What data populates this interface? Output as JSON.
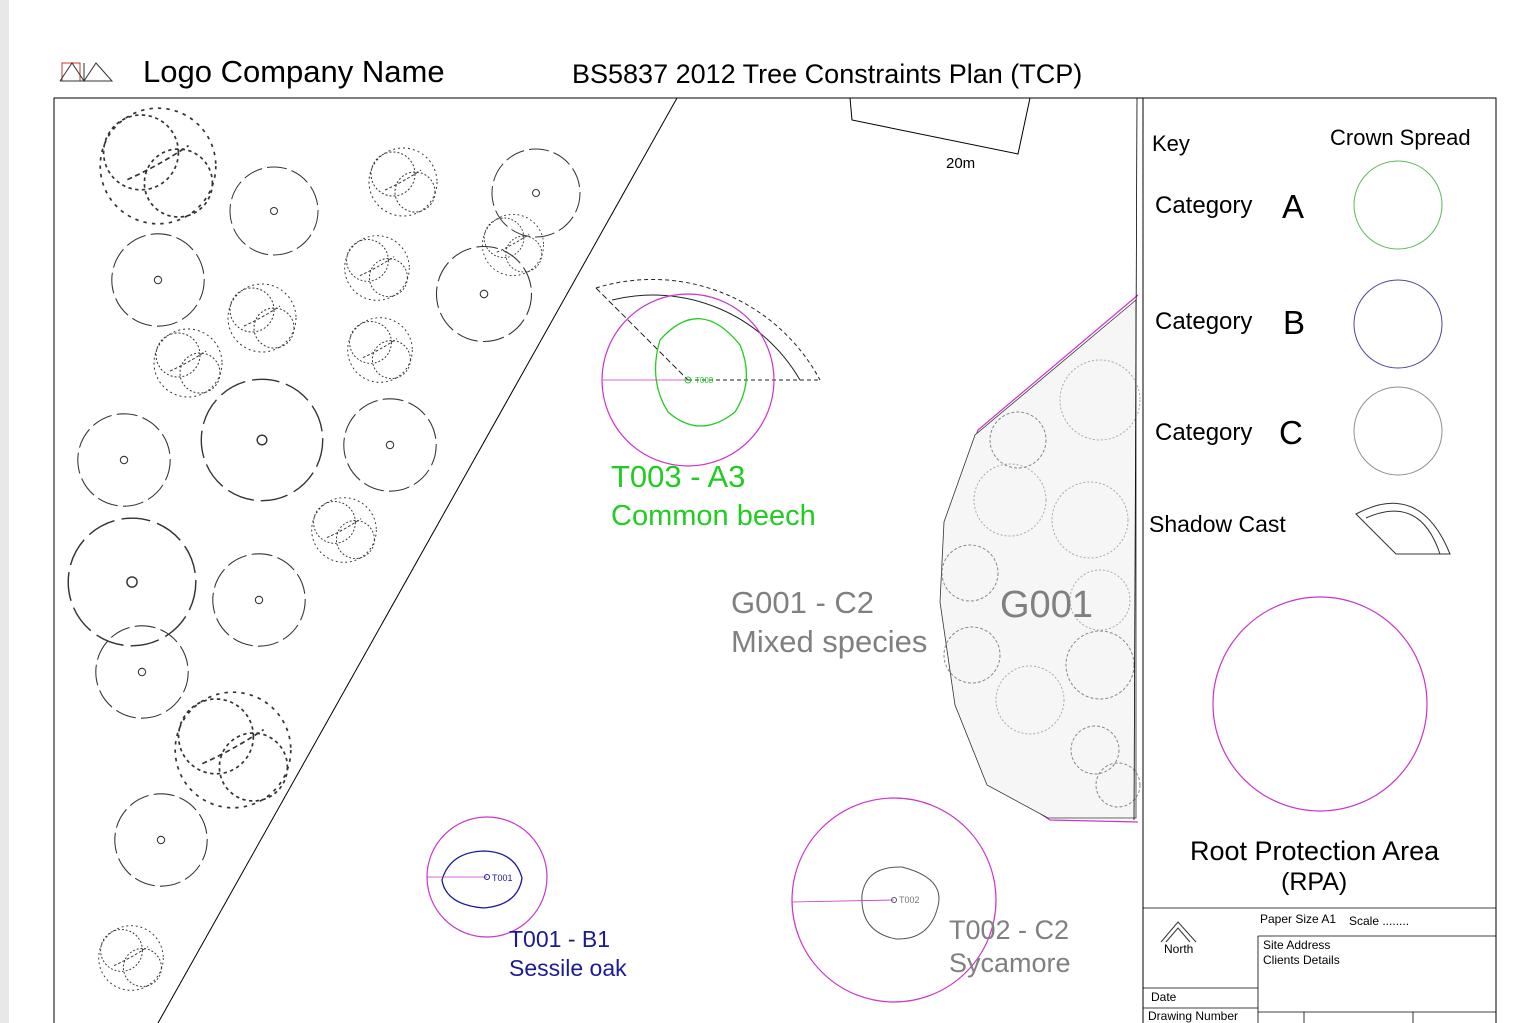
{
  "header": {
    "company": "Logo Company Name",
    "title": "BS5837 2012 Tree Constraints Plan (TCP)"
  },
  "scale_bar": {
    "label": "20m"
  },
  "trees": [
    {
      "id": "T003",
      "label": "T003 - A3",
      "species": "Common beech",
      "color": "#22cc22"
    },
    {
      "id": "T001",
      "label": "T001 - B1",
      "species": "Sessile oak",
      "color": "#1a1a99"
    },
    {
      "id": "T002",
      "label": "T002 - C2",
      "species": "Sycamore",
      "color": "#808080"
    }
  ],
  "group": {
    "id": "G001",
    "label": "G001 - C2",
    "species": "Mixed species"
  },
  "key": {
    "title": "Key",
    "crown_spread": "Crown Spread",
    "category_word": "Category",
    "categories": [
      {
        "letter": "A",
        "color": "#5fb85f"
      },
      {
        "letter": "B",
        "color": "#4a4a9a"
      },
      {
        "letter": "C",
        "color": "#909090"
      }
    ],
    "shadow_cast": "Shadow Cast",
    "rpa_line1": "Root Protection Area",
    "rpa_line2": "(RPA)",
    "rpa_color": "#cc33cc"
  },
  "title_block": {
    "north": "North",
    "paper_size": "Paper Size A1",
    "scale": "Scale ........",
    "site_address": "Site Address",
    "clients_details": "Clients Details",
    "date": "Date",
    "drawing_number": "Drawing Number"
  }
}
